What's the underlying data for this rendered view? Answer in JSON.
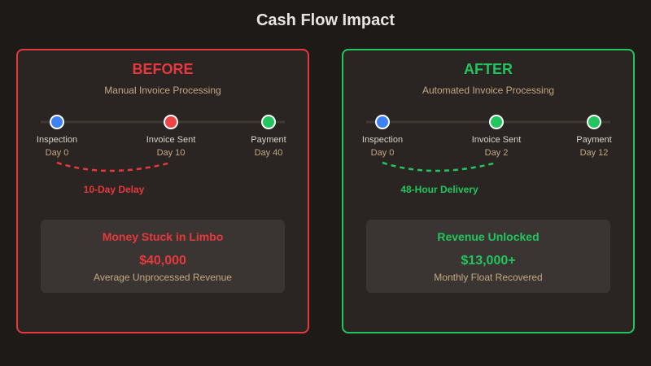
{
  "title": "Cash Flow Impact",
  "colors": {
    "background": "#1e1a18",
    "panel": "#2a2522",
    "stat_box": "#3a3532",
    "red": "#e5393e",
    "green": "#22c55e",
    "blue": "#3b82f6",
    "muted_text": "#c4a882"
  },
  "panels": [
    {
      "heading": "BEFORE",
      "subtitle": "Manual Invoice Processing",
      "timeline": [
        {
          "label": "Inspection",
          "day": "Day 0",
          "color": "blue"
        },
        {
          "label": "Invoice Sent",
          "day": "Day 10",
          "color": "red"
        },
        {
          "label": "Payment",
          "day": "Day 40",
          "color": "green"
        }
      ],
      "delay_label": "10-Day Delay",
      "stat": {
        "title": "Money Stuck in Limbo",
        "value": "$40,000",
        "description": "Average Unprocessed Revenue"
      }
    },
    {
      "heading": "AFTER",
      "subtitle": "Automated Invoice Processing",
      "timeline": [
        {
          "label": "Inspection",
          "day": "Day 0",
          "color": "blue"
        },
        {
          "label": "Invoice Sent",
          "day": "Day 2",
          "color": "green"
        },
        {
          "label": "Payment",
          "day": "Day 12",
          "color": "green"
        }
      ],
      "delay_label": "48-Hour Delivery",
      "stat": {
        "title": "Revenue Unlocked",
        "value": "$13,000+",
        "description": "Monthly Float Recovered"
      }
    }
  ]
}
